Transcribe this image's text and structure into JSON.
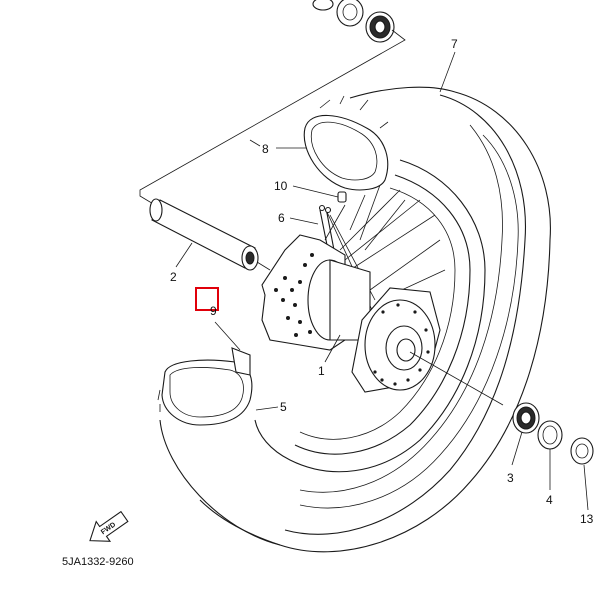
{
  "diagram": {
    "part_code": "5JA1332-9260",
    "direction_label": "FWD",
    "highlight_color": "#e0000a",
    "callouts": {
      "axle_hub": "1",
      "axle_collar": "2",
      "bearing_left": "3",
      "bearing_right": "3",
      "spacer": "4",
      "tube_strap": "5",
      "spoke": "6",
      "tire": "7",
      "tube": "8",
      "nipple": "10",
      "oil_seal": "13"
    }
  }
}
